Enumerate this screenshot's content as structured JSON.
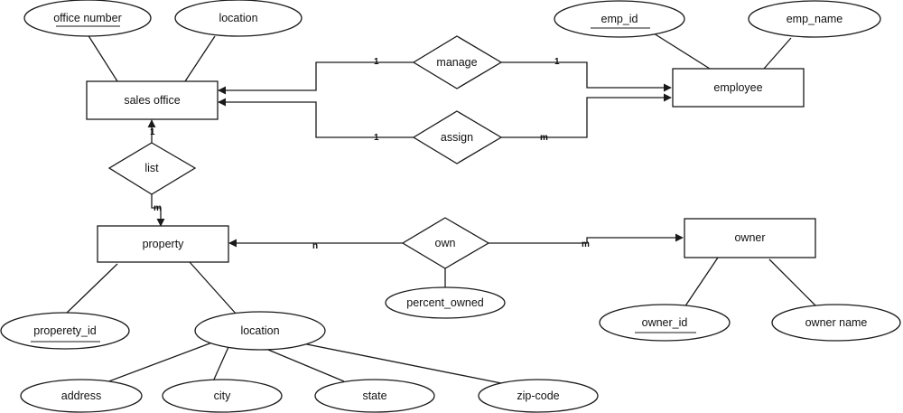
{
  "entities": {
    "sales_office": "sales office",
    "employee": "employee",
    "property": "property",
    "owner": "owner"
  },
  "relationships": {
    "manage": "manage",
    "assign": "assign",
    "list": "list",
    "own": "own"
  },
  "attributes": {
    "office_number": "office number",
    "office_location": "location",
    "emp_id": "emp_id",
    "emp_name": "emp_name",
    "property_id": "properety_id",
    "property_location": "location",
    "address": "address",
    "city": "city",
    "state": "state",
    "zip_code": "zip-code",
    "percent_owned": "percent_owned",
    "owner_id": "owner_id",
    "owner_name": "owner name"
  },
  "cardinalities": {
    "manage_office": "1",
    "manage_employee": "1",
    "assign_office": "1",
    "assign_employee": "m",
    "list_office": "1",
    "list_property": "m",
    "own_property": "n",
    "own_owner": "m"
  }
}
